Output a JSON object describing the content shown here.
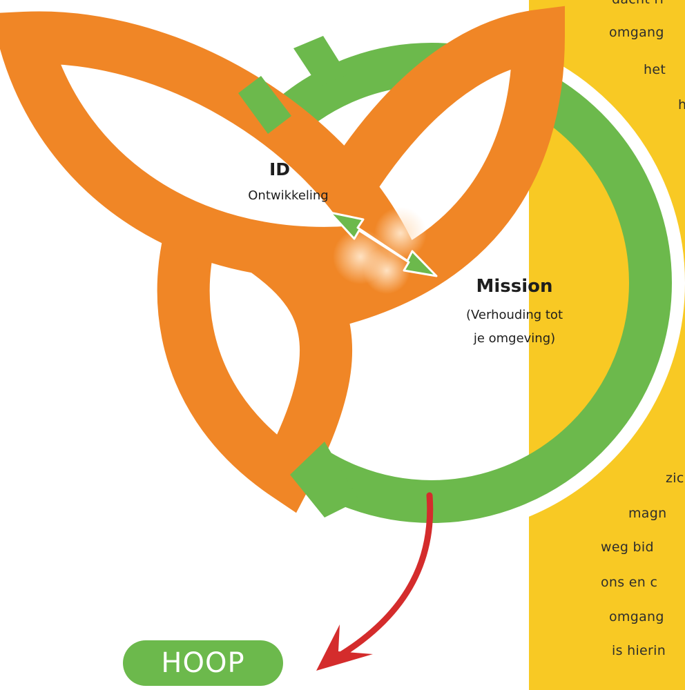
{
  "diagram": {
    "id_title": "ID",
    "id_subtitle": "Ontwikkeling",
    "mission_title": "Mission",
    "mission_subtitle_line1": "(Verhouding tot",
    "mission_subtitle_line2": "je omgeving)",
    "hoop_label": "HOOP"
  },
  "side_text": [
    "dacht ri",
    "omgang",
    "het",
    "h",
    "zic",
    "magn",
    "weg bid",
    "ons en c",
    "omgang",
    "is hierin"
  ],
  "colors": {
    "orange": "#f08626",
    "green": "#6cb94c",
    "yellow": "#f8c924",
    "arrow_red": "#d42c2c"
  }
}
